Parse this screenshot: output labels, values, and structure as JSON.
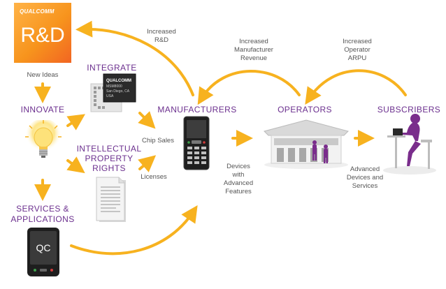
{
  "rd": {
    "logo": "QUALCOMM",
    "title": "R&D"
  },
  "labels": {
    "new_ideas": "New Ideas",
    "innovate": "INNOVATE",
    "integrate": "INTEGRATE",
    "ip_line1": "INTELLECTUAL",
    "ip_line2": "PROPERTY",
    "ip_line3": "RIGHTS",
    "services_line1": "SERVICES &",
    "services_line2": "APPLICATIONS",
    "manufacturers": "MANUFACTURERS",
    "operators": "OPERATORS",
    "subscribers": "SUBSCRIBERS",
    "chip_sales": "Chip Sales",
    "licenses": "Licenses",
    "devices_line1": "Devices",
    "devices_line2": "with",
    "devices_line3": "Advanced",
    "devices_line4": "Features",
    "adv_line1": "Advanced",
    "adv_line2": "Devices and",
    "adv_line3": "Services",
    "inc_rd_line1": "Increased",
    "inc_rd_line2": "R&D",
    "inc_mfr_line1": "Increased",
    "inc_mfr_line2": "Manufacturer",
    "inc_mfr_line3": "Revenue",
    "inc_op_line1": "Increased",
    "inc_op_line2": "Operator",
    "inc_op_line3": "ARPU"
  },
  "chip_text": {
    "line1": "QUALCOMM",
    "line2": "MSM8000",
    "line3": "San Diego, CA",
    "line4": "USA"
  },
  "phone_text": "QC",
  "colors": {
    "arrow": "#f7b21f",
    "heading": "#6b2f8e",
    "subscriber": "#7a2d8c",
    "orange": "#f7941d"
  },
  "icons": [
    "rd-box",
    "chip-icon",
    "lightbulb-icon",
    "document-icon",
    "phone-icon",
    "qc-phone-icon",
    "store-icon",
    "subscriber-icon"
  ]
}
